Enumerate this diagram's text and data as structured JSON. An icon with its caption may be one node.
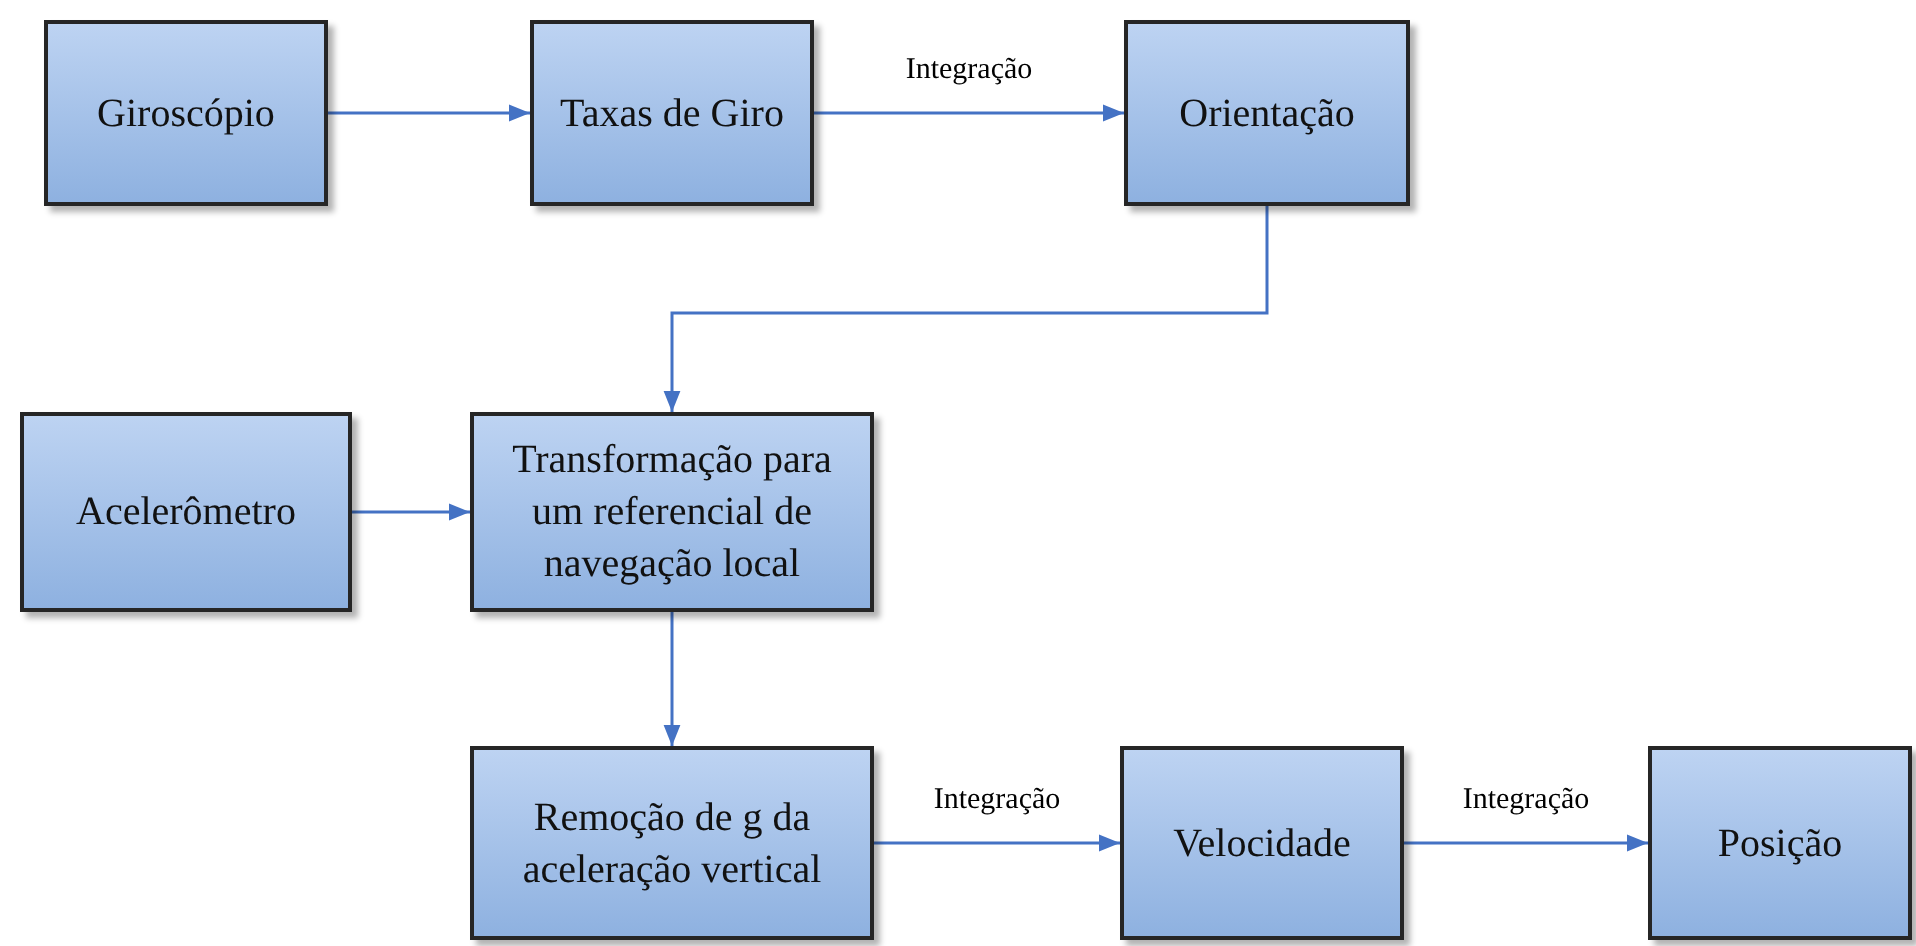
{
  "diagram": {
    "nodes": [
      {
        "text": [
          "Giroscópio"
        ]
      },
      {
        "text": [
          "Taxas de Giro"
        ]
      },
      {
        "text": [
          "Orientação"
        ]
      },
      {
        "text": [
          "Acelerômetro"
        ]
      },
      {
        "text": [
          "Transformação para um referencial de navegação local"
        ]
      },
      {
        "text": [
          "Remoção de g da aceleração vertical"
        ]
      },
      {
        "text": [
          "Velocidade"
        ]
      },
      {
        "text": [
          "Posição"
        ]
      }
    ],
    "edges": [
      {
        "from": 0,
        "to": 1,
        "arrow": "to"
      },
      {
        "from": 1,
        "to": 2,
        "arrow": "to",
        "label": "Integração"
      },
      {
        "from": 2,
        "to": 4,
        "arrow": "to"
      },
      {
        "from": 3,
        "to": 4,
        "arrow": "to"
      },
      {
        "from": 4,
        "to": 5,
        "arrow": "to"
      },
      {
        "from": 5,
        "to": 6,
        "arrow": "to",
        "label": "Integração"
      },
      {
        "from": 6,
        "to": 7,
        "arrow": "to",
        "label": "Integração"
      }
    ]
  }
}
